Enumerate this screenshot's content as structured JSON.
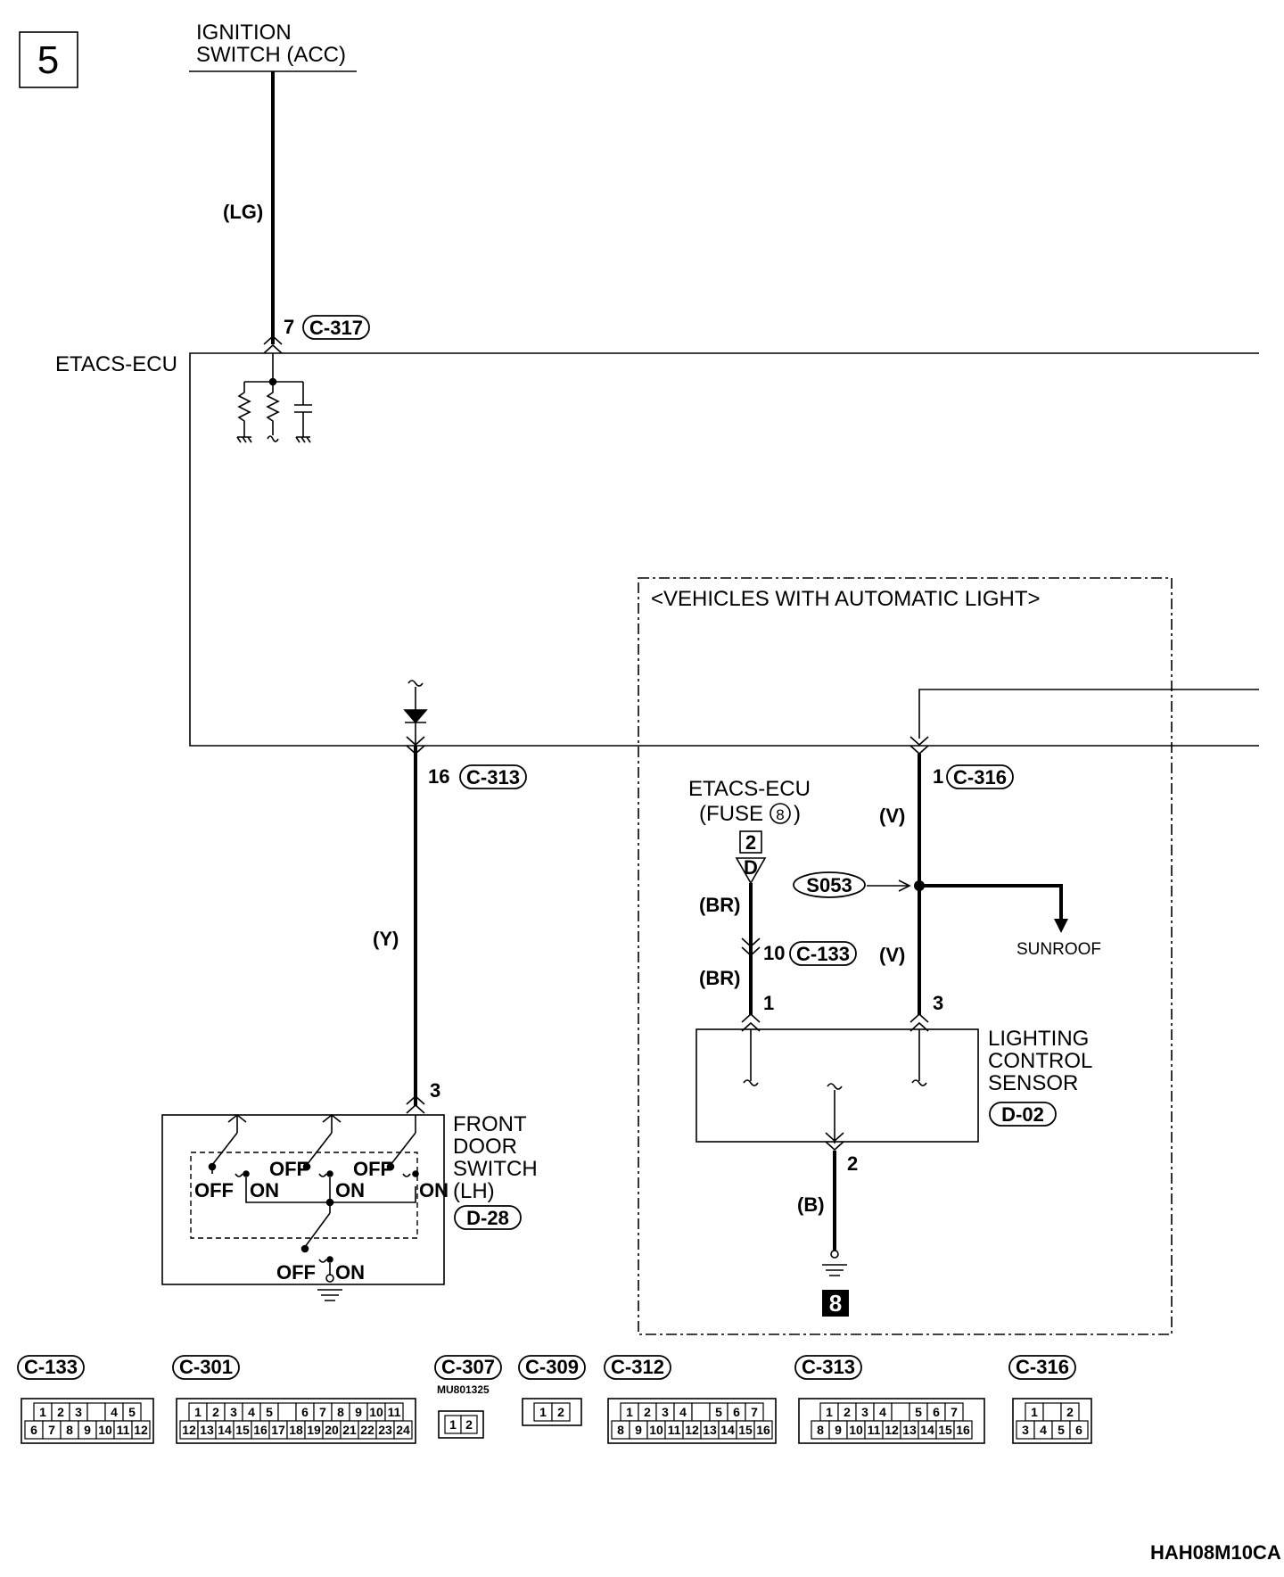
{
  "page_number": "5",
  "ignition": {
    "line1": "IGNITION",
    "line2": "SWITCH (ACC)",
    "wire_color": "(LG)"
  },
  "ecu": {
    "label": "ETACS-ECU",
    "pin_top": "7",
    "conn_top": "C-317"
  },
  "door_branch": {
    "pin": "16",
    "conn": "C-313",
    "wire_color": "(Y)",
    "switch_pin": "3"
  },
  "front_door_switch": {
    "line1": "FRONT",
    "line2": "DOOR",
    "line3": "SWITCH",
    "line4": "(LH)",
    "conn": "D-28",
    "off": "OFF",
    "on": "ON"
  },
  "auto_light": {
    "title": "<VEHICLES WITH AUTOMATIC LIGHT>",
    "fuse_line1": "ETACS-ECU",
    "fuse_line2": "(FUSE",
    "fuse_number": "8",
    "fuse_line2_end": ")",
    "fuse_pin": "2",
    "fuse_conn_letter": "D",
    "br1": "(BR)",
    "br2": "(BR)",
    "pin10": "10",
    "conn10": "C-133",
    "pin1_sensor": "1",
    "pin1_ecu": "1",
    "conn_ecu": "C-316",
    "v1": "(V)",
    "v2": "(V)",
    "splice": "S053",
    "sunroof": "SUNROOF",
    "pin3_sensor": "3",
    "sensor_line1": "LIGHTING",
    "sensor_line2": "CONTROL",
    "sensor_line3": "SENSOR",
    "sensor_conn": "D-02",
    "pin2": "2",
    "ground_wire": "(B)",
    "ground_ref": "8"
  },
  "connectors": [
    {
      "id": "C-133",
      "rows": [
        [
          "1",
          "2",
          "3",
          "",
          "4",
          "5"
        ],
        [
          "6",
          "7",
          "8",
          "9",
          "10",
          "11",
          "12"
        ]
      ]
    },
    {
      "id": "C-301",
      "rows": [
        [
          "1",
          "2",
          "3",
          "4",
          "5",
          "",
          "6",
          "7",
          "8",
          "9",
          "10",
          "11"
        ],
        [
          "12",
          "13",
          "14",
          "15",
          "16",
          "17",
          "18",
          "19",
          "20",
          "21",
          "22",
          "23",
          "24"
        ]
      ]
    },
    {
      "id": "C-307",
      "part": "MU801325",
      "rows": [
        [
          "1",
          "2"
        ]
      ]
    },
    {
      "id": "C-309",
      "rows": [
        [
          "1",
          "2"
        ]
      ]
    },
    {
      "id": "C-312",
      "rows": [
        [
          "1",
          "2",
          "3",
          "4",
          "",
          "5",
          "6",
          "7"
        ],
        [
          "8",
          "9",
          "10",
          "11",
          "12",
          "13",
          "14",
          "15",
          "16"
        ]
      ]
    },
    {
      "id": "C-313",
      "rows": [
        [
          "1",
          "2",
          "3",
          "4",
          "",
          "5",
          "6",
          "7"
        ],
        [
          "8",
          "9",
          "10",
          "11",
          "12",
          "13",
          "14",
          "15",
          "16"
        ]
      ]
    },
    {
      "id": "C-316",
      "rows": [
        [
          "1",
          "",
          "2"
        ],
        [
          "3",
          "4",
          "5",
          "6"
        ]
      ]
    }
  ],
  "footer_code": "HAH08M10CA"
}
